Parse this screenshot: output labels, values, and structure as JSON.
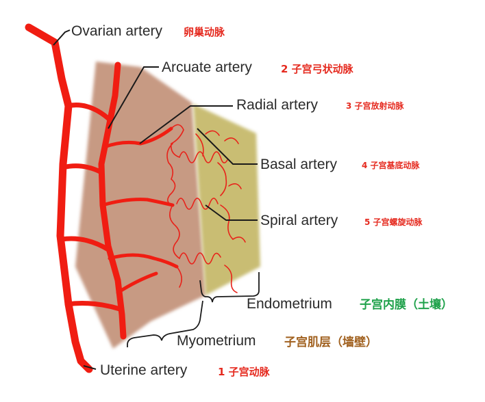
{
  "labels": {
    "ovarian": {
      "en": "Ovarian artery",
      "zh": "卵巢动脉"
    },
    "arcuate": {
      "en": "Arcuate artery",
      "zh": "2 子宫弓状动脉"
    },
    "radial": {
      "en": "Radial artery",
      "zh": "3 子宫放射动脉"
    },
    "basal": {
      "en": "Basal artery",
      "zh": "4 子宫基底动脉"
    },
    "spiral": {
      "en": "Spiral artery",
      "zh": "5 子宫螺旋动脉"
    },
    "endometrium": {
      "en": "Endometrium",
      "zh": "子宫内膜（土壤）"
    },
    "myometrium": {
      "en": "Myometrium",
      "zh": "子宫肌层（墙壁）"
    },
    "uterine": {
      "en": "Uterine artery",
      "zh": "1 子宫动脉"
    }
  },
  "colors": {
    "artery": "#f01d12",
    "myometrium": "#c79a83",
    "endometrium": "#c9bd73",
    "label_red": "#e52a1f",
    "label_green": "#1ea14a",
    "label_brown": "#a0601e"
  }
}
